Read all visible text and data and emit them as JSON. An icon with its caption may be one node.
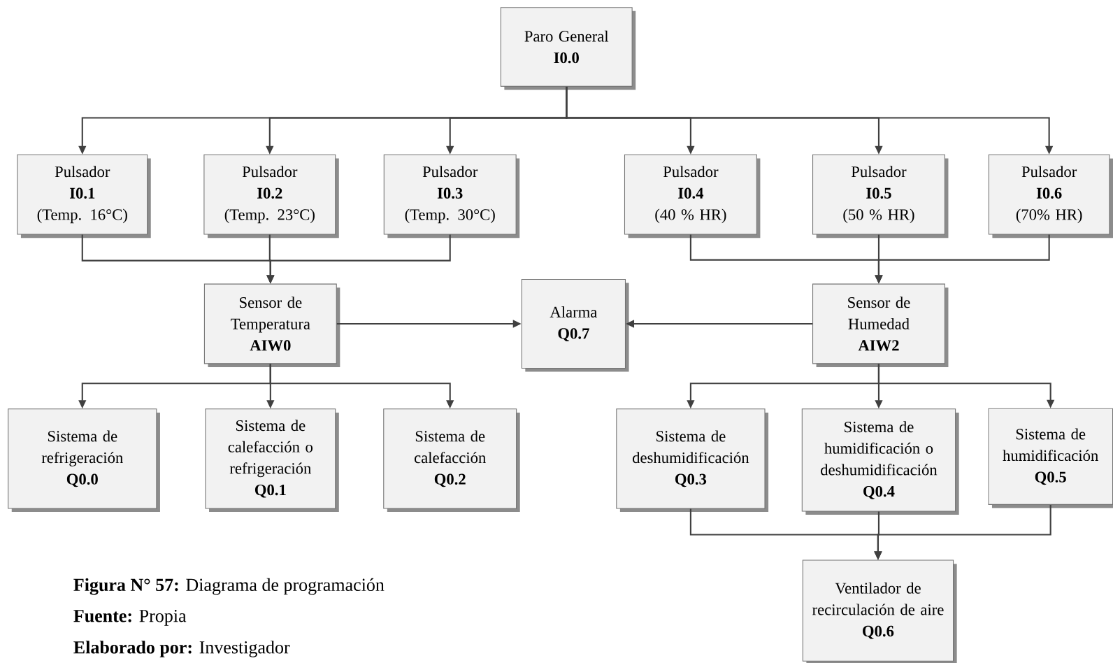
{
  "diagram": {
    "nodes": [
      {
        "text": [
          "Paro General",
          "I0.0"
        ]
      },
      {
        "text": [
          "Pulsador",
          "I0.1",
          "(Temp. 16°C)"
        ]
      },
      {
        "text": [
          "Pulsador",
          "I0.2",
          "(Temp. 23°C)"
        ]
      },
      {
        "text": [
          "Pulsador",
          "I0.3",
          "(Temp. 30°C)"
        ]
      },
      {
        "text": [
          "Pulsador",
          "I0.4",
          "(40 % HR)"
        ]
      },
      {
        "text": [
          "Pulsador",
          "I0.5",
          "(50 % HR)"
        ]
      },
      {
        "text": [
          "Pulsador",
          "I0.6",
          "(70% HR)"
        ]
      },
      {
        "text": [
          "Sensor de Temperatura",
          "AIW0"
        ]
      },
      {
        "text": [
          "Alarma",
          "Q0.7"
        ]
      },
      {
        "text": [
          "Sensor de Humedad",
          "AIW2"
        ]
      },
      {
        "text": [
          "Sistema de refrigeración",
          "Q0.0"
        ]
      },
      {
        "text": [
          "Sistema de calefacción o refrigeración",
          "Q0.1"
        ]
      },
      {
        "text": [
          "Sistema de calefacción",
          "Q0.2"
        ]
      },
      {
        "text": [
          "Sistema de deshumidificación",
          "Q0.3"
        ]
      },
      {
        "text": [
          "Sistema de humidificación o deshumidificación",
          "Q0.4"
        ]
      },
      {
        "text": [
          "Sistema de humidificación",
          "Q0.5"
        ]
      },
      {
        "text": [
          "Ventilador de recirculación de aire",
          "Q0.6"
        ]
      }
    ],
    "edges": [
      {
        "from": 0,
        "to": 1,
        "arrow": "to"
      },
      {
        "from": 0,
        "to": 2,
        "arrow": "to"
      },
      {
        "from": 0,
        "to": 3,
        "arrow": "to"
      },
      {
        "from": 0,
        "to": 4,
        "arrow": "to"
      },
      {
        "from": 0,
        "to": 5,
        "arrow": "to"
      },
      {
        "from": 0,
        "to": 6,
        "arrow": "to"
      },
      {
        "from": 1,
        "to": 7,
        "arrow": "to"
      },
      {
        "from": 2,
        "to": 7,
        "arrow": "to"
      },
      {
        "from": 3,
        "to": 7,
        "arrow": "to"
      },
      {
        "from": 4,
        "to": 9,
        "arrow": "to"
      },
      {
        "from": 5,
        "to": 9,
        "arrow": "to"
      },
      {
        "from": 6,
        "to": 9,
        "arrow": "to"
      },
      {
        "from": 7,
        "to": 8,
        "arrow": "to"
      },
      {
        "from": 9,
        "to": 8,
        "arrow": "to"
      },
      {
        "from": 7,
        "to": 10,
        "arrow": "to"
      },
      {
        "from": 7,
        "to": 11,
        "arrow": "to"
      },
      {
        "from": 7,
        "to": 12,
        "arrow": "to"
      },
      {
        "from": 9,
        "to": 13,
        "arrow": "to"
      },
      {
        "from": 9,
        "to": 14,
        "arrow": "to"
      },
      {
        "from": 9,
        "to": 15,
        "arrow": "to"
      },
      {
        "from": 13,
        "to": 16,
        "arrow": "to"
      },
      {
        "from": 14,
        "to": 16,
        "arrow": "to"
      },
      {
        "from": 15,
        "to": 16,
        "arrow": "to"
      }
    ],
    "labels": [
      "**Figura N° 57:** Diagrama de programación",
      "**Fuente:** Propia",
      "**Elaborado por:** Investigador"
    ]
  }
}
